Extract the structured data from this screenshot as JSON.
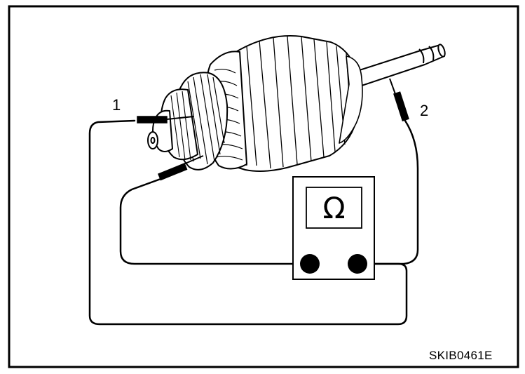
{
  "labels": {
    "probe_1": "1",
    "probe_2": "2",
    "ohm_symbol": "Ω",
    "figure_code": "SKIB0461E"
  },
  "icons": [
    "armature-icon",
    "ohmmeter-icon",
    "probe-icon"
  ],
  "colors": {
    "line": "#000000",
    "background": "#ffffff"
  }
}
